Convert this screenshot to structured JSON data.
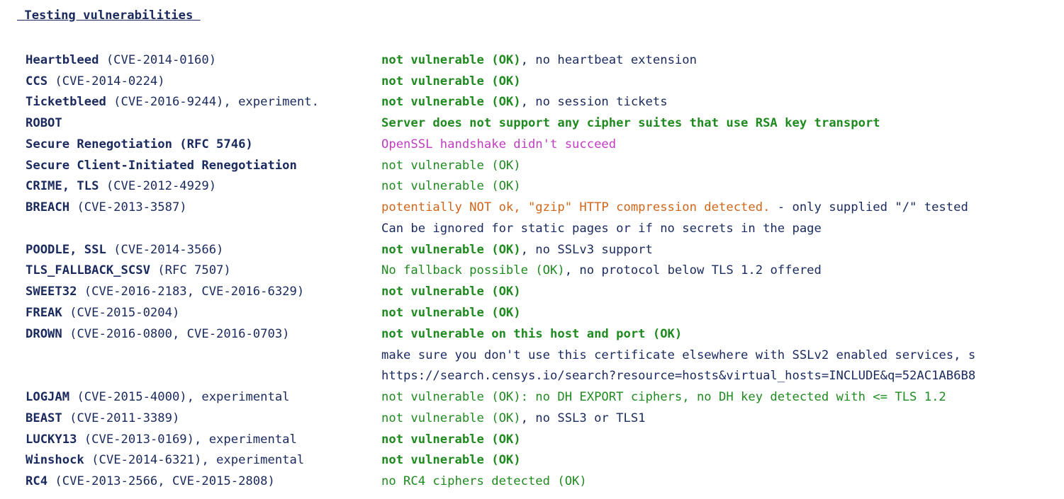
{
  "heading": " Testing vulnerabilities ",
  "rows": [
    {
      "name": "Heartbleed",
      "suffix": " (CVE-2014-0160)",
      "result": "not vulnerable (OK)",
      "note": ", no heartbeat extension"
    },
    {
      "name": "CCS",
      "suffix": " (CVE-2014-0224)",
      "result": "not vulnerable (OK)",
      "note": ""
    },
    {
      "name": "Ticketbleed",
      "suffix": " (CVE-2016-9244), experiment.",
      "result": "not vulnerable (OK)",
      "note": ", no session tickets"
    },
    {
      "name": "ROBOT",
      "suffix": "",
      "result": "Server does not support any cipher suites that use RSA key transport",
      "note": ""
    },
    {
      "name": "Secure Renegotiation (RFC 5746)",
      "suffix": "",
      "result": "OpenSSL handshake didn't succeed",
      "note": ""
    },
    {
      "name": "Secure Client-Initiated Renegotiation",
      "suffix": "",
      "result": "not vulnerable (OK)",
      "note": ""
    },
    {
      "name": "CRIME, TLS",
      "suffix": " (CVE-2012-4929)",
      "result": "not vulnerable (OK)",
      "note": ""
    },
    {
      "name": "BREACH",
      "suffix": " (CVE-2013-3587)",
      "result": "potentially NOT ok, \"gzip\" HTTP compression detected.",
      "note": " - only supplied \"/\" tested"
    },
    {
      "name": "",
      "suffix": "",
      "result": "",
      "note": "Can be ignored for static pages or if no secrets in the page"
    },
    {
      "name": "POODLE, SSL",
      "suffix": " (CVE-2014-3566)",
      "result": "not vulnerable (OK)",
      "note": ", no SSLv3 support"
    },
    {
      "name": "TLS_FALLBACK_SCSV",
      "suffix": " (RFC 7507)",
      "result": "No fallback possible (OK)",
      "note": ", no protocol below TLS 1.2 offered"
    },
    {
      "name": "SWEET32",
      "suffix": " (CVE-2016-2183, CVE-2016-6329)",
      "result": "not vulnerable (OK)",
      "note": ""
    },
    {
      "name": "FREAK",
      "suffix": " (CVE-2015-0204)",
      "result": "not vulnerable (OK)",
      "note": ""
    },
    {
      "name": "DROWN",
      "suffix": " (CVE-2016-0800, CVE-2016-0703)",
      "result": "not vulnerable on this host and port (OK)",
      "note": ""
    },
    {
      "name": "",
      "suffix": "",
      "result": "",
      "note": "make sure you don't use this certificate elsewhere with SSLv2 enabled services, s"
    },
    {
      "name": "",
      "suffix": "",
      "result": "",
      "note": "https://search.censys.io/search?resource=hosts&virtual_hosts=INCLUDE&q=52AC1AB6B8"
    },
    {
      "name": "LOGJAM",
      "suffix": " (CVE-2015-4000), experimental",
      "result": "not vulnerable (OK): no DH EXPORT ciphers, no DH key detected with <= TLS 1.2",
      "note": ""
    },
    {
      "name": "BEAST",
      "suffix": " (CVE-2011-3389)",
      "result": "not vulnerable (OK)",
      "note": ", no SSL3 or TLS1"
    },
    {
      "name": "LUCKY13",
      "suffix": " (CVE-2013-0169), experimental",
      "result": "not vulnerable (OK)",
      "note": ""
    },
    {
      "name": "Winshock",
      "suffix": " (CVE-2014-6321), experimental",
      "result": "not vulnerable (OK)",
      "note": ""
    },
    {
      "name": "RC4",
      "suffix": " (CVE-2013-2566, CVE-2015-2808)",
      "result": "no RC4 ciphers detected (OK)",
      "note": ""
    }
  ],
  "colors": {
    "text": "#1a2a5e",
    "ok": "#1f8a1f",
    "error": "#c23cc2",
    "warning": "#d0661a"
  }
}
